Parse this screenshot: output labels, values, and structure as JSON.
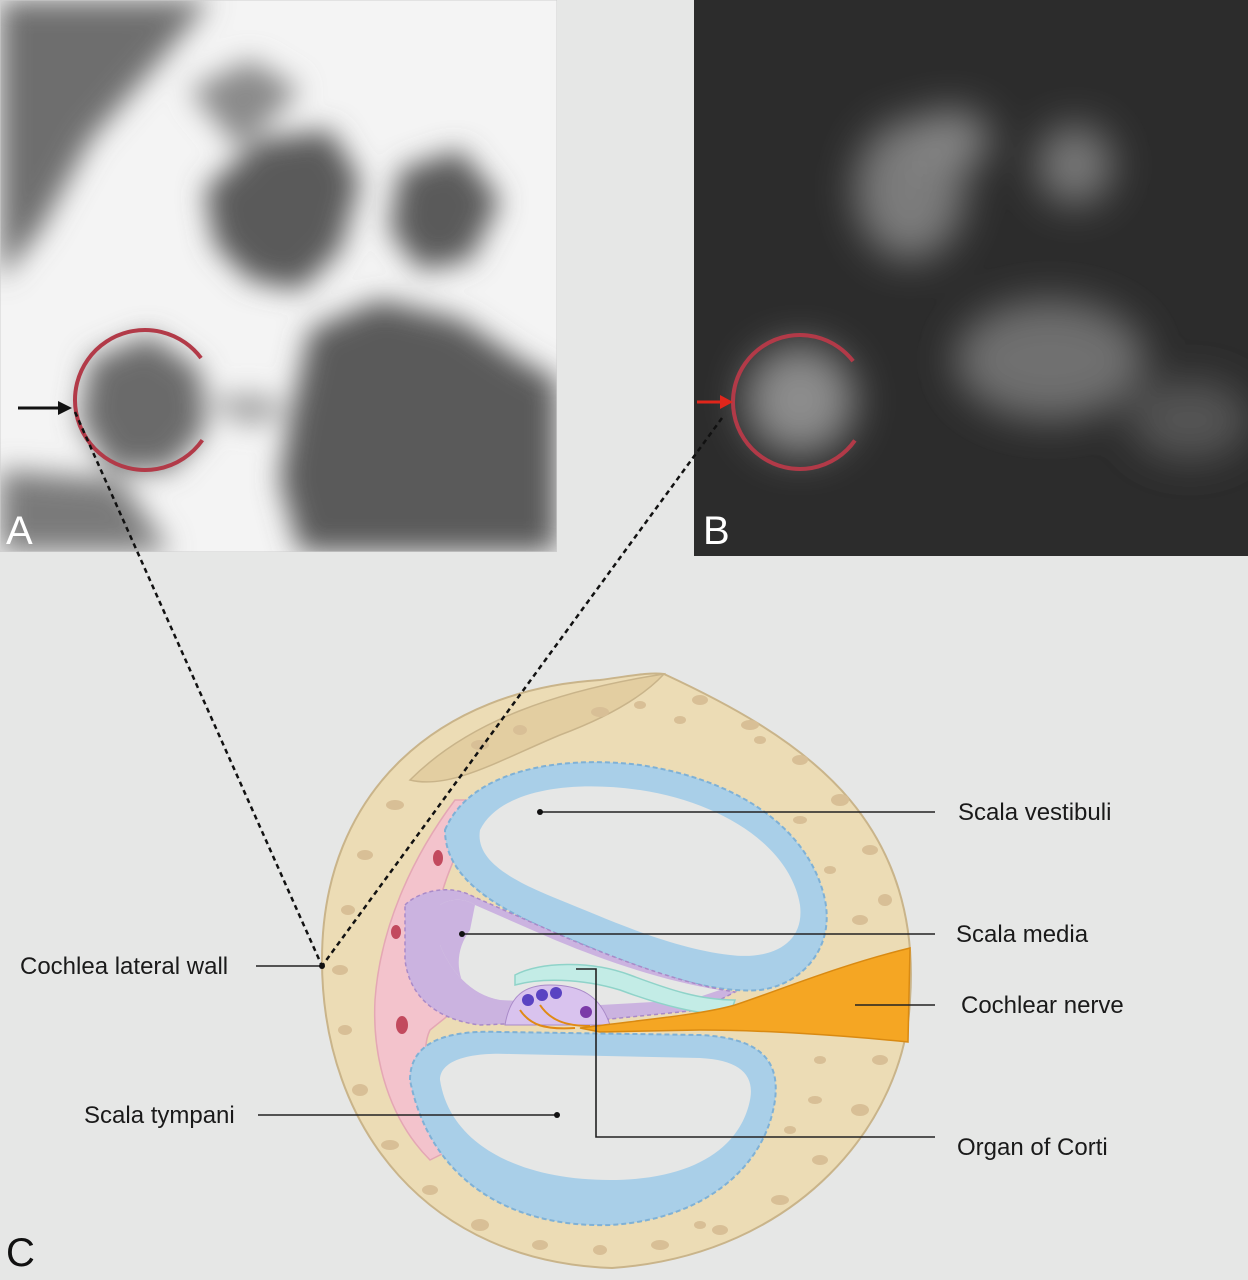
{
  "panels": {
    "a": {
      "letter": "A"
    },
    "b": {
      "letter": "B"
    },
    "c": {
      "letter": "C"
    }
  },
  "labels": {
    "scala_vestibuli": "Scala vestibuli",
    "scala_media": "Scala media",
    "cochlear_nerve": "Cochlear nerve",
    "cochlea_lateral_wall": "Cochlea lateral wall",
    "scala_tympani": "Scala tympani",
    "organ_of_corti": "Organ of Corti"
  },
  "colors": {
    "background": "#e6e7e6",
    "circle_marker": "#b23a48",
    "arrow_a": "#111111",
    "arrow_b": "#e0261b",
    "bone": "#ecdcb5",
    "bone_spots": "#d8bf96",
    "scala_fill": "#a9cfe8",
    "lateral_wall": "#f3c3cc",
    "stria": "#cbb3e0",
    "nerve": "#f5a623",
    "membrane": "#c3ece6"
  }
}
